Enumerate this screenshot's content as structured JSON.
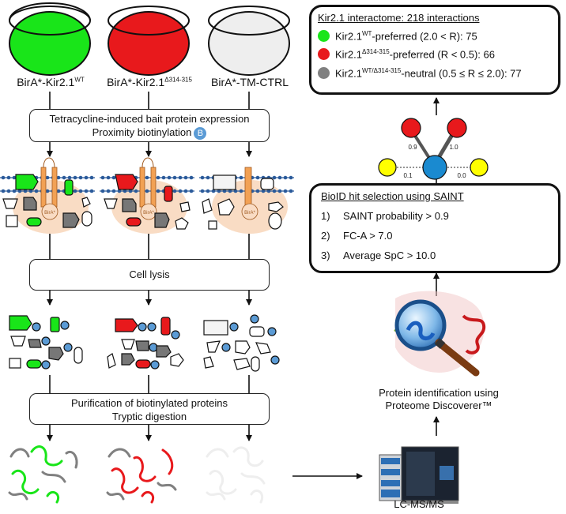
{
  "colors": {
    "wt": "#19e519",
    "mut": "#e8191c",
    "ctrl": "#eeeeee",
    "neutral": "#808080",
    "yellow": "#ffff00",
    "bait_node": "#1a8ad0",
    "biotin": "#5b9bd5",
    "membrane": "#2a5a9a",
    "cell": "#f9dcc4",
    "receptor": "#f2a154"
  },
  "dishes": [
    {
      "prefix": "BirA*-Kir2.1",
      "sup": "WT"
    },
    {
      "prefix": "BirA*-Kir2.1",
      "sup": "Δ314-315"
    },
    {
      "prefix": "BirA*-TM-CTRL",
      "sup": ""
    }
  ],
  "steps": {
    "expression_line1": "Tetracycline-induced bait protein expression",
    "expression_line2": "Proximity biotinylation",
    "biotin_badge": "B",
    "cell_lysis": "Cell lysis",
    "purification_line1": "Purification of biotinylated proteins",
    "purification_line2": "Tryptic digestion",
    "bira_label": "BirA*",
    "lcms": "LC-MS/MS",
    "protein_id_line1": "Protein identification using",
    "protein_id_line2": "Proteome Discoverer™"
  },
  "saint": {
    "title": "BioID hit selection using SAINT",
    "criteria": [
      {
        "num": "1)",
        "text": "SAINT probability > 0.9"
      },
      {
        "num": "2)",
        "text": "FC-A > 7.0"
      },
      {
        "num": "3)",
        "text": "Average SpC > 10.0"
      }
    ]
  },
  "interactome": {
    "title": "Kir2.1 interactome: 218 interactions",
    "items": [
      {
        "prefix": "Kir2.1",
        "sup": "WT",
        "suffix": "-preferred (2.0 < R): 75",
        "color": "#19e519"
      },
      {
        "prefix": "Kir2.1",
        "sup": "Δ314-315",
        "suffix": "-preferred (R < 0.5): 66",
        "color": "#e8191c"
      },
      {
        "prefix": "Kir2.1",
        "sup": "WT/Δ314-315",
        "suffix": "-neutral (0.5 ≤ R ≤ 2.0): 77",
        "color": "#808080"
      }
    ]
  },
  "network": {
    "edge_labels": [
      "0.9",
      "1.0",
      "0.1",
      "0.0"
    ]
  }
}
